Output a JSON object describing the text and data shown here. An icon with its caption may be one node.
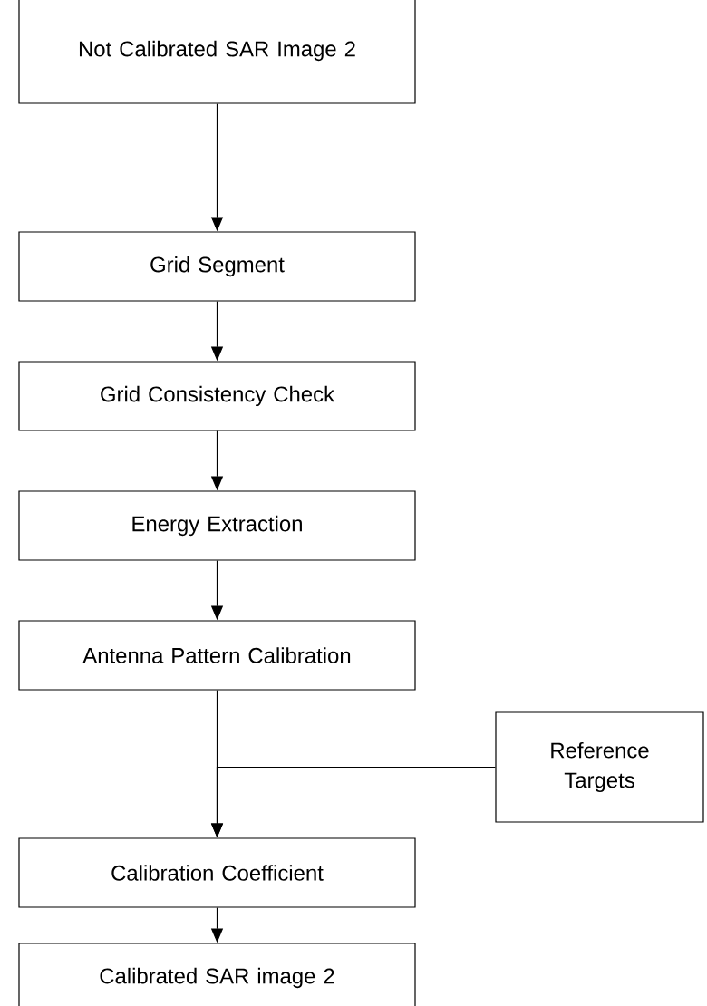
{
  "diagram": {
    "nodes": [
      {
        "text": [
          "Not Calibrated SAR Image 2"
        ]
      },
      {
        "text": [
          "Grid Segment"
        ]
      },
      {
        "text": [
          "Grid Consistency Check"
        ]
      },
      {
        "text": [
          "Energy Extraction"
        ]
      },
      {
        "text": [
          "Antenna Pattern Calibration"
        ]
      },
      {
        "text": [
          "Reference Targets"
        ]
      },
      {
        "text": [
          "Calibration Coefficient"
        ]
      },
      {
        "text": [
          "Calibrated SAR image 2"
        ]
      }
    ],
    "edges": [
      {
        "from": 0,
        "to": 1,
        "arrow": "to"
      },
      {
        "from": 1,
        "to": 2,
        "arrow": "to"
      },
      {
        "from": 2,
        "to": 3,
        "arrow": "to"
      },
      {
        "from": 3,
        "to": 4,
        "arrow": "to"
      },
      {
        "from": 4,
        "to": 6,
        "arrow": "to"
      },
      {
        "from": 5,
        "to": 6,
        "arrow": "to"
      },
      {
        "from": 6,
        "to": 7,
        "arrow": "to"
      }
    ]
  }
}
